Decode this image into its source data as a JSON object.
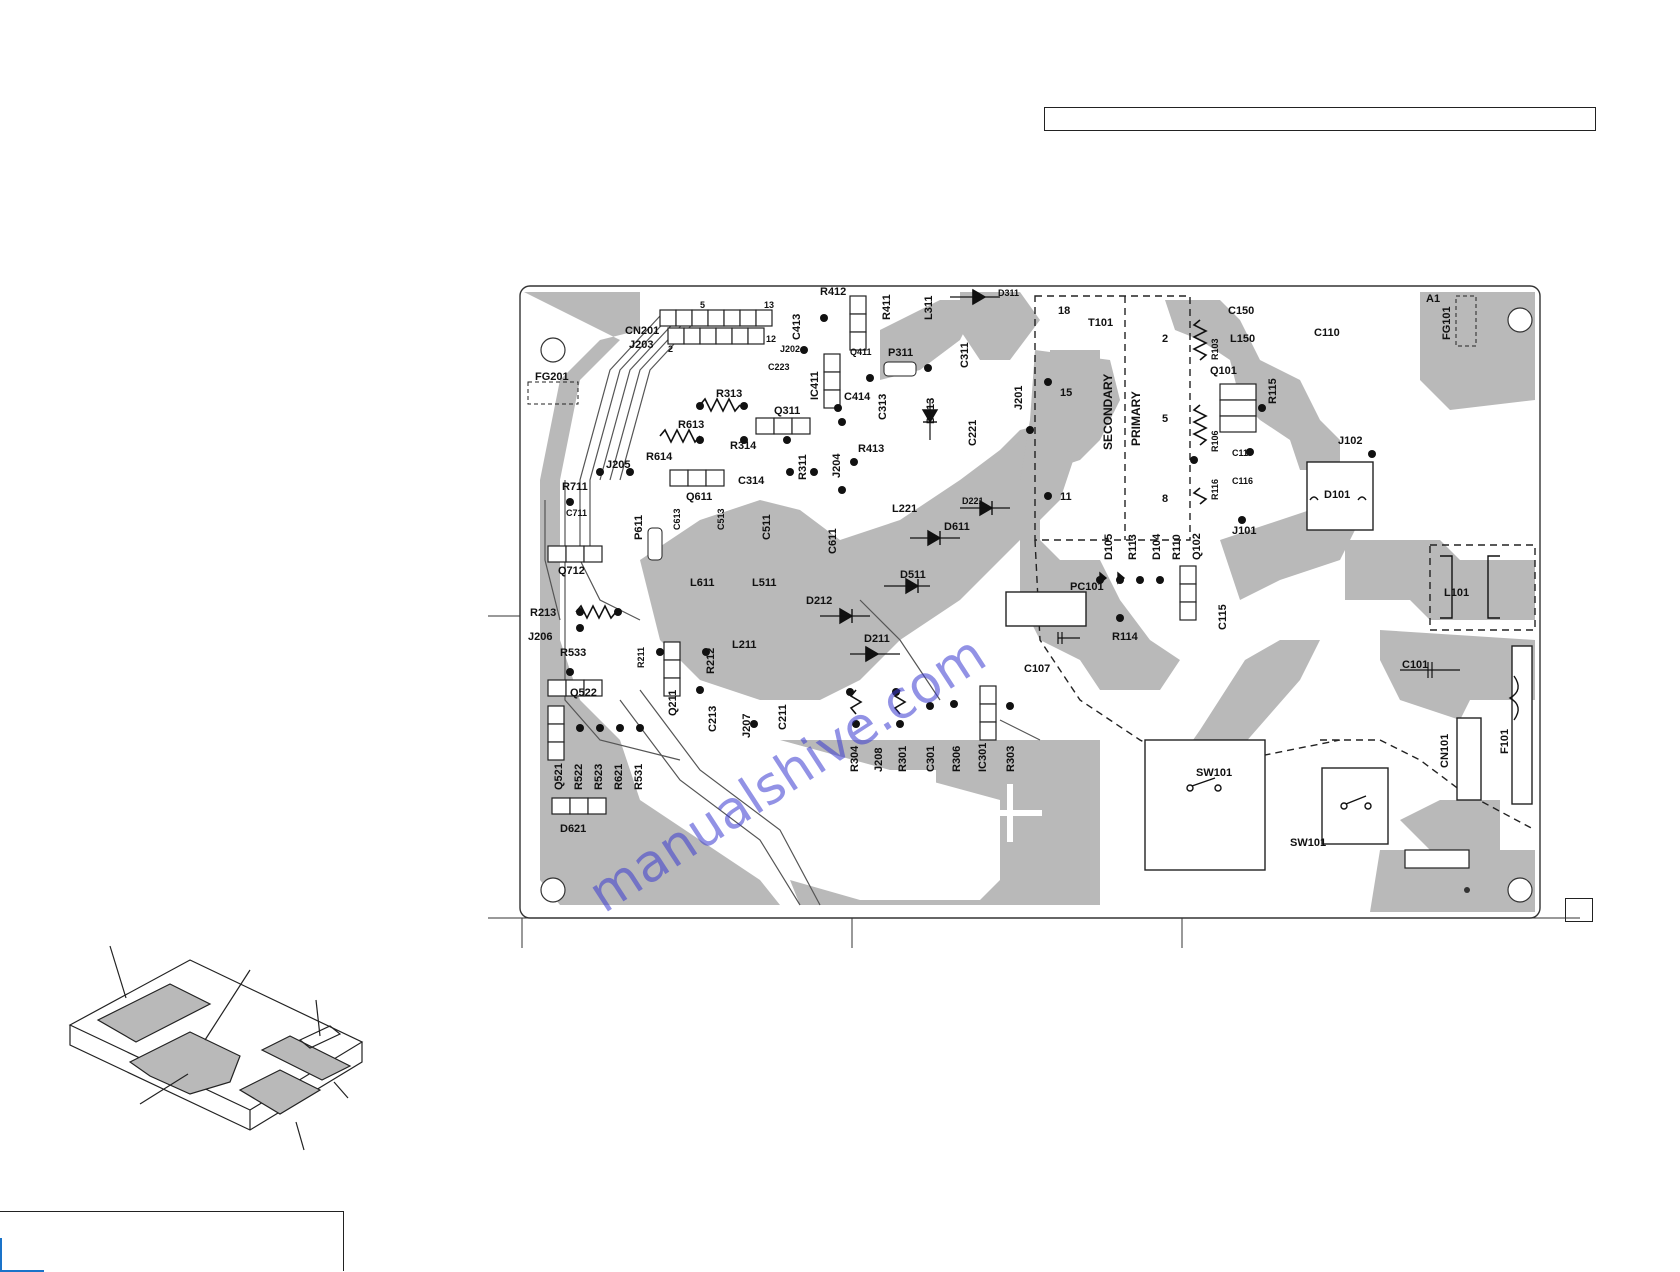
{
  "board": {
    "connectors": [
      "CN201",
      "J203",
      "CN101"
    ],
    "transformer": "T101",
    "isolation": {
      "secondary_label": "SECONDARY",
      "primary_label": "PRIMARY",
      "pins": [
        "18",
        "15",
        "11",
        "2",
        "5",
        "8"
      ]
    },
    "connector_pins": {
      "cn201_left": "5",
      "cn201_right": "13",
      "j203_left": "2",
      "j203_right": "12"
    },
    "labels": {
      "fg201": "FG201",
      "fg101": "FG101",
      "a1": "A1",
      "r412": "R412",
      "r411": "R411",
      "c413": "C413",
      "d311": "D311",
      "l311": "L311",
      "q411": "Q411",
      "p311": "P311",
      "c311": "C311",
      "j202": "J202",
      "c223": "C223",
      "ic411": "IC411",
      "c414": "C414",
      "c313": "C313",
      "d413": "D413",
      "j201": "J201",
      "r313": "R313",
      "q311": "Q311",
      "r613": "R613",
      "r314": "R314",
      "r413": "R413",
      "c221": "C221",
      "r614": "R614",
      "j204": "J204",
      "c314": "C314",
      "r311": "R311",
      "l221": "L221",
      "j205": "J205",
      "q611": "Q611",
      "d221": "D221",
      "r711": "R711",
      "c711": "C711",
      "c613": "C613",
      "c513": "C513",
      "c511": "C511",
      "c611": "C611",
      "d611": "D611",
      "p611": "P611",
      "q712": "Q712",
      "l611": "L611",
      "l511": "L511",
      "d511": "D511",
      "d212": "D212",
      "r213": "R213",
      "j206": "J206",
      "d211": "D211",
      "r533": "R533",
      "r211": "R211",
      "r212": "R212",
      "l211": "L211",
      "q522": "Q522",
      "q211": "Q211",
      "c213": "C213",
      "j207": "J207",
      "c211": "C211",
      "q521": "Q521",
      "r522": "R522",
      "r523": "R523",
      "r621": "R621",
      "r531": "R531",
      "d621": "D621",
      "r304": "R304",
      "j208": "J208",
      "r301": "R301",
      "c301": "C301",
      "r306": "R306",
      "ic301": "IC301",
      "r303": "R303",
      "c150": "C150",
      "l150": "L150",
      "c110": "C110",
      "r103": "R103",
      "q101": "Q101",
      "r115": "R115",
      "r106": "R106",
      "c117": "C117",
      "j102": "J102",
      "c116": "C116",
      "r116": "R116",
      "d101": "D101",
      "j101": "J101",
      "d105": "D105",
      "r113": "R113",
      "d104": "D104",
      "r110": "R110",
      "q102": "Q102",
      "pc101": "PC101",
      "c115": "C115",
      "r114": "R114",
      "c107": "C107",
      "l101": "L101",
      "c101": "C101",
      "sw101": "SW101",
      "sw101b": "SW101",
      "f101": "F101"
    }
  },
  "watermark": {
    "text": "manualshive.com",
    "color": "#3a3ad0"
  },
  "colors": {
    "copper": "#b9b9b9",
    "board_bg": "#ffffff",
    "outline": "#333333"
  }
}
